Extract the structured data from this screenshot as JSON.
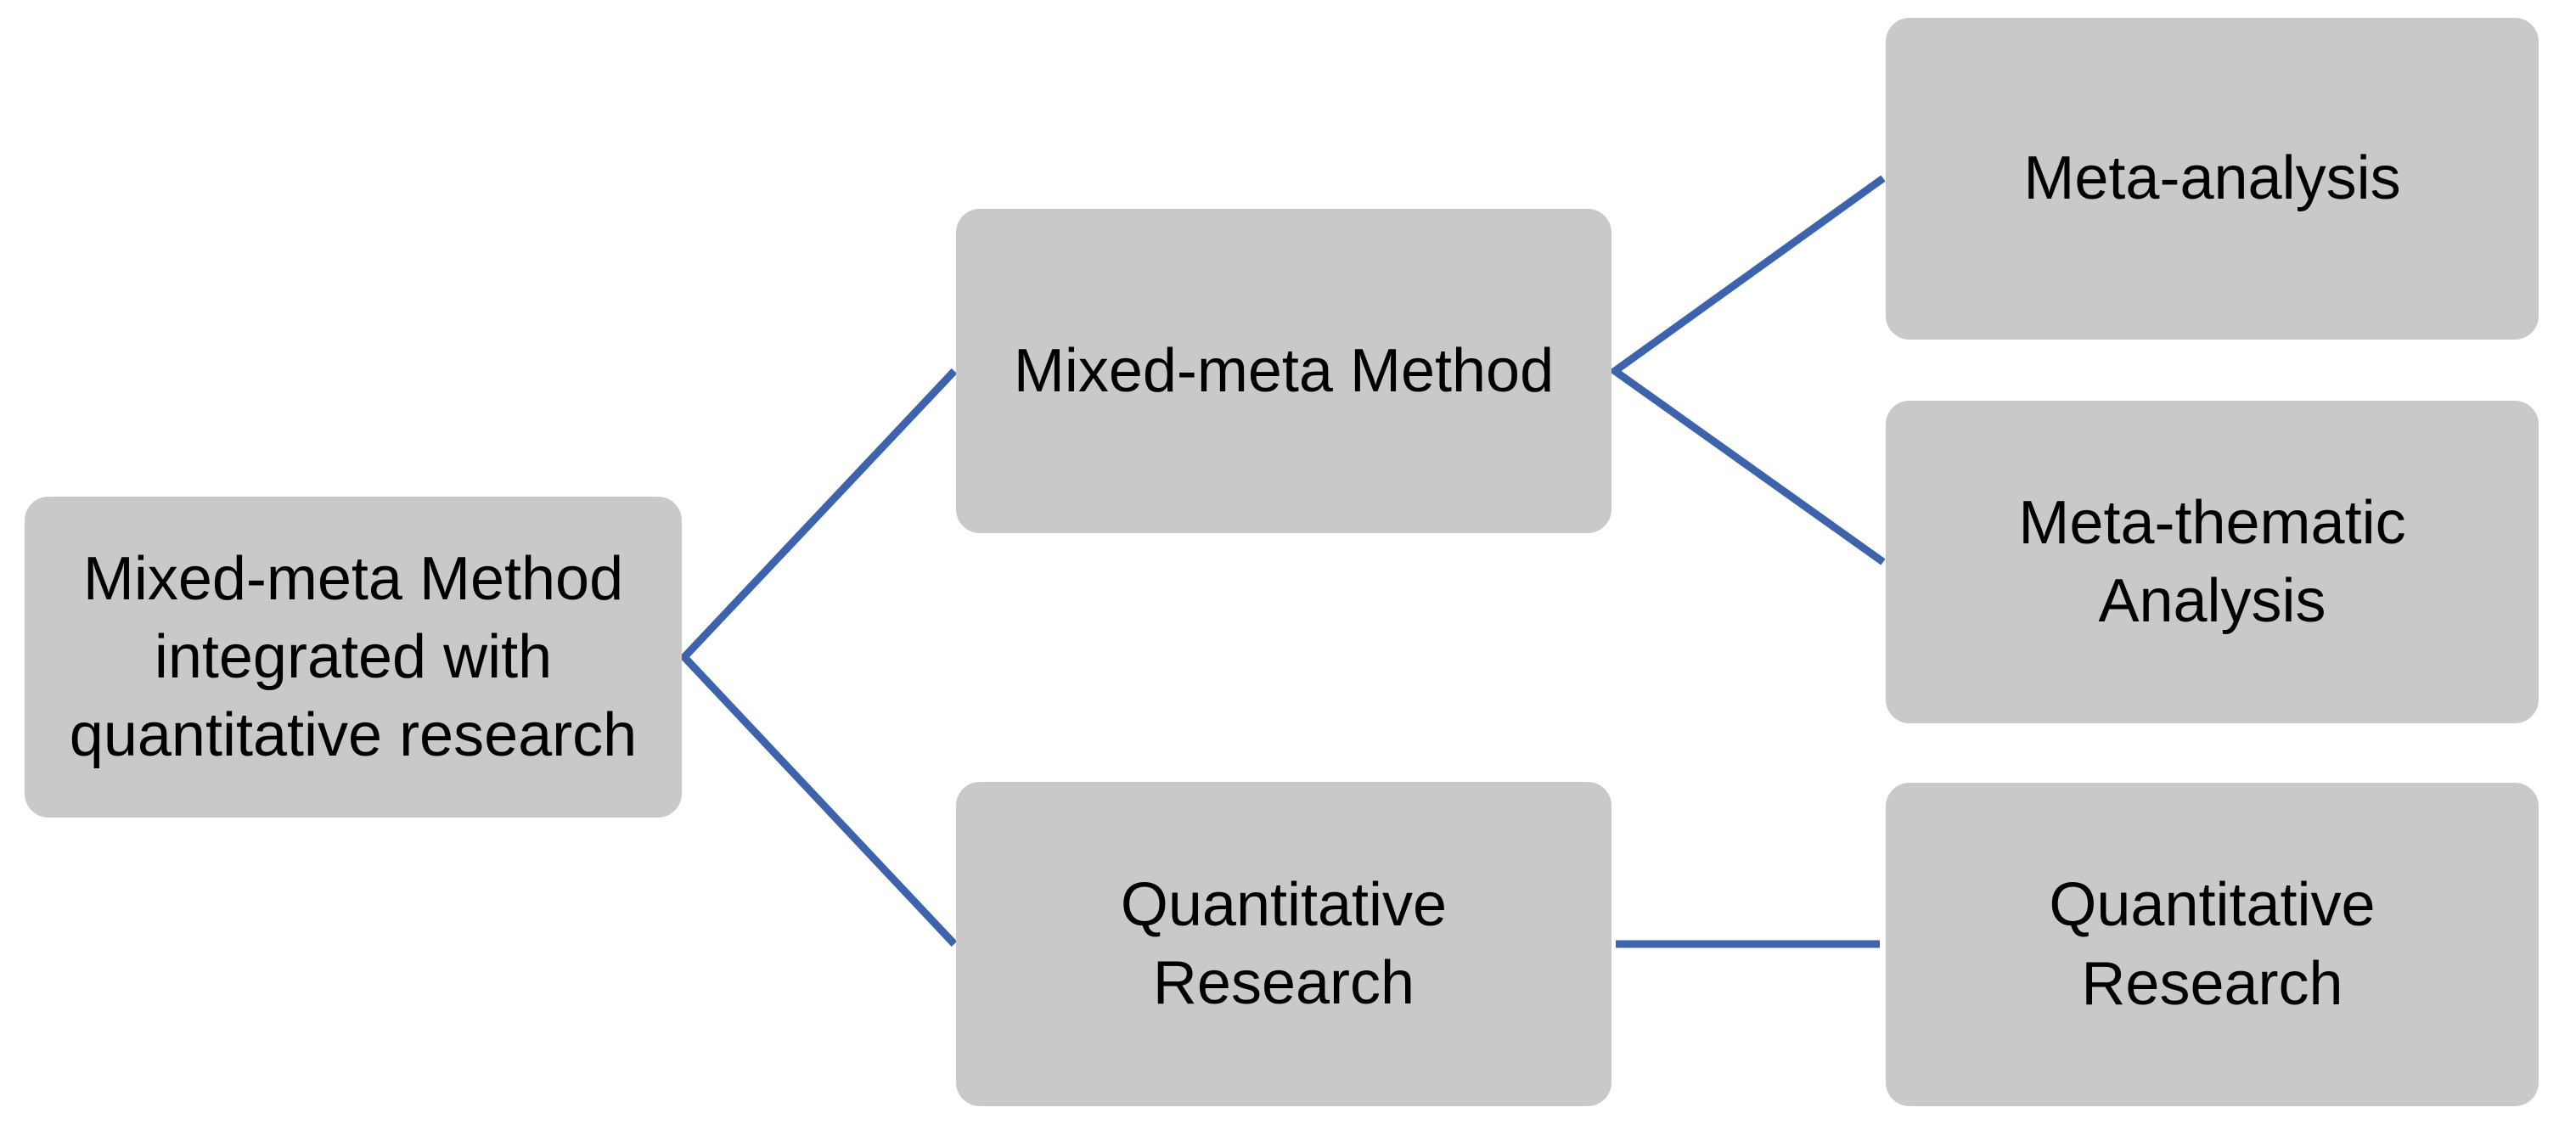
{
  "diagram": {
    "type": "hierarchy",
    "colors": {
      "background": "#ffffff",
      "node_fill": "#c9c9c9",
      "text": "#000000",
      "connector": "#3e63ad"
    },
    "nodes": [
      {
        "id": "root",
        "level": 1,
        "label": "Mixed-meta Method\nintegrated with\nquantitative research"
      },
      {
        "id": "mixed-meta-method",
        "level": 2,
        "label": "Mixed-meta Method"
      },
      {
        "id": "quantitative-research",
        "level": 2,
        "label": "Quantitative\nResearch"
      },
      {
        "id": "meta-analysis",
        "level": 3,
        "label": "Meta-analysis"
      },
      {
        "id": "meta-thematic-analysis",
        "level": 3,
        "label": "Meta-thematic\nAnalysis"
      },
      {
        "id": "quantitative-research-leaf",
        "level": 3,
        "label": "Quantitative\nResearch"
      }
    ],
    "edges": [
      {
        "from": "root",
        "to": "mixed-meta-method"
      },
      {
        "from": "root",
        "to": "quantitative-research"
      },
      {
        "from": "mixed-meta-method",
        "to": "meta-analysis"
      },
      {
        "from": "mixed-meta-method",
        "to": "meta-thematic-analysis"
      },
      {
        "from": "quantitative-research",
        "to": "quantitative-research-leaf"
      }
    ]
  }
}
